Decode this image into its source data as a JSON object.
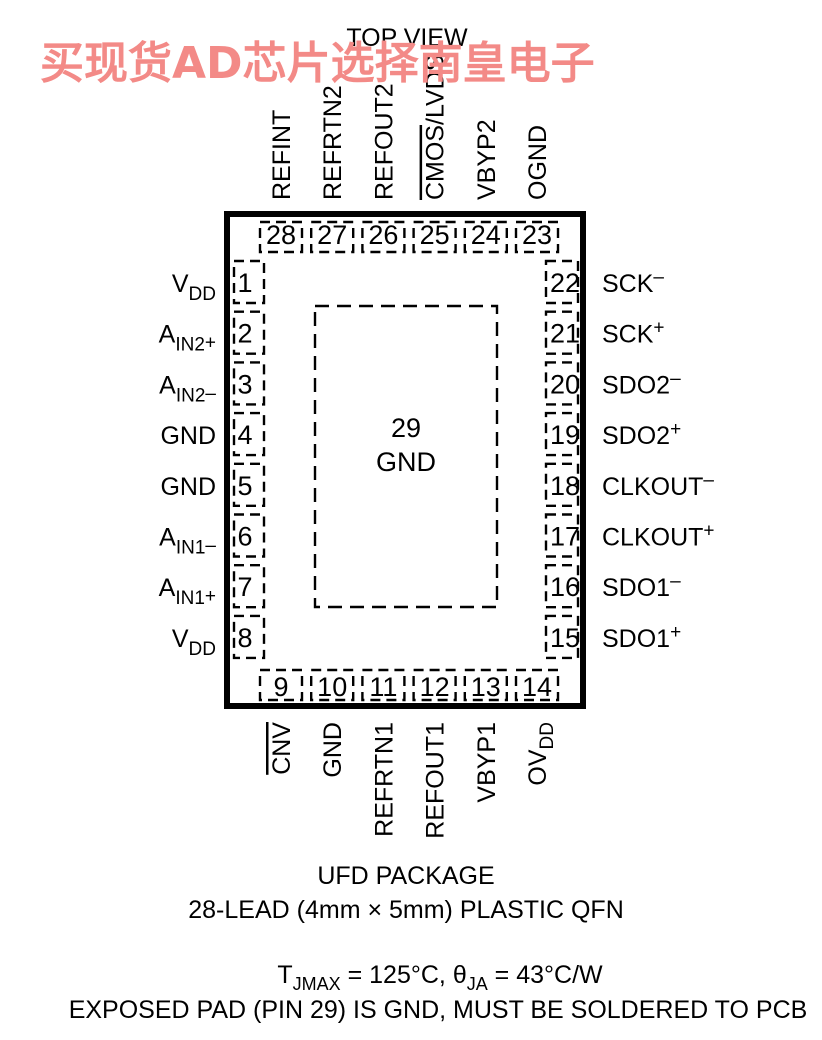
{
  "watermark": "买现货AD芯片选择南皇电子",
  "top_view": "TOP VIEW",
  "exposed_pad": {
    "number": "29",
    "label": "GND"
  },
  "left_pins": [
    {
      "num": "1",
      "main": "V",
      "sub": "DD",
      "sup": ""
    },
    {
      "num": "2",
      "main": "A",
      "sub": "IN2",
      "sup": "+"
    },
    {
      "num": "3",
      "main": "A",
      "sub": "IN2",
      "sup": "–"
    },
    {
      "num": "4",
      "main": "GND",
      "sub": "",
      "sup": ""
    },
    {
      "num": "5",
      "main": "GND",
      "sub": "",
      "sup": ""
    },
    {
      "num": "6",
      "main": "A",
      "sub": "IN1",
      "sup": "–"
    },
    {
      "num": "7",
      "main": "A",
      "sub": "IN1",
      "sup": "+"
    },
    {
      "num": "8",
      "main": "V",
      "sub": "DD",
      "sup": ""
    }
  ],
  "right_pins": [
    {
      "num": "22",
      "main": "SCK",
      "sup": "–"
    },
    {
      "num": "21",
      "main": "SCK",
      "sup": "+"
    },
    {
      "num": "20",
      "main": "SDO2",
      "sup": "–"
    },
    {
      "num": "19",
      "main": "SDO2",
      "sup": "+"
    },
    {
      "num": "18",
      "main": "CLKOUT",
      "sup": "–"
    },
    {
      "num": "17",
      "main": "CLKOUT",
      "sup": "+"
    },
    {
      "num": "16",
      "main": "SDO1",
      "sup": "–"
    },
    {
      "num": "15",
      "main": "SDO1",
      "sup": "+"
    }
  ],
  "top_pins": [
    {
      "num": "28",
      "label": "REFINT",
      "over": ""
    },
    {
      "num": "27",
      "label": "REFRTN2",
      "over": ""
    },
    {
      "num": "26",
      "label": "REFOUT2",
      "over": ""
    },
    {
      "num": "25",
      "label": "/LVDS",
      "over": "CMOS"
    },
    {
      "num": "24",
      "label": "VBYP2",
      "over": ""
    },
    {
      "num": "23",
      "label": "OGND",
      "over": ""
    }
  ],
  "bottom_pins": [
    {
      "num": "9",
      "main": "",
      "sub": "",
      "over": "CNV"
    },
    {
      "num": "10",
      "main": "GND",
      "sub": "",
      "over": ""
    },
    {
      "num": "11",
      "main": "REFRTN1",
      "sub": "",
      "over": ""
    },
    {
      "num": "12",
      "main": "REFOUT1",
      "sub": "",
      "over": ""
    },
    {
      "num": "13",
      "main": "VBYP1",
      "sub": "",
      "over": ""
    },
    {
      "num": "14",
      "main": "OV",
      "sub": "DD",
      "over": ""
    }
  ],
  "package": {
    "line1": "UFD PACKAGE",
    "line2": "28-LEAD (4mm × 5mm) PLASTIC QFN"
  },
  "notes": {
    "tjmax_T": "T",
    "tjmax_sub": "JMAX",
    "tjmax_rest": " = 125°C, ",
    "theta": "θ",
    "theta_sub": "JA",
    "theta_rest": " = 43°C/W",
    "line2": "EXPOSED PAD (PIN 29) IS GND, MUST BE SOLDERED TO PCB"
  }
}
